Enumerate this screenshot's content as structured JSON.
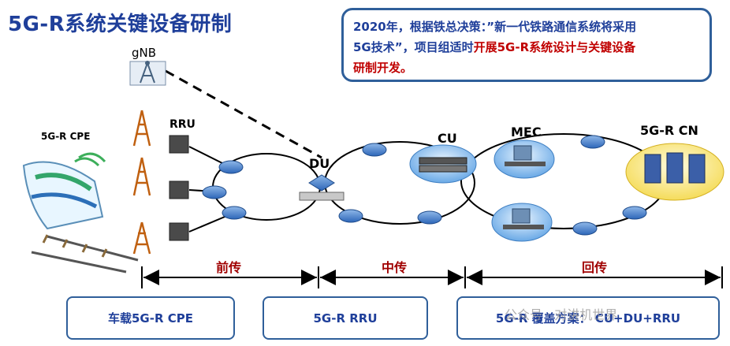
{
  "title": "5G-R系统关键设备研制",
  "callout": {
    "line1": "2020年，根据铁总决策：”新一代铁路通信系统将采用",
    "line2a": "5G技术”，项目组适时",
    "line2b": "开展5G-R系统设计与关键设备",
    "line3": "研制开发。"
  },
  "nodes": {
    "gnb": "gNB",
    "rru": "RRU",
    "cpe": "5G-R CPE",
    "du": "DU",
    "cu": "CU",
    "mec": "MEC",
    "cn": "5G-R CN"
  },
  "segments": {
    "front": "前传",
    "mid": "中传",
    "back": "回传"
  },
  "bottom": {
    "box1": "车载5G-R CPE",
    "box2": "5G-R RRU",
    "box3": "5G-R 覆盖方案：  CU+DU+RRU"
  },
  "watermark": "公众号 · 对讲机世界",
  "colors": {
    "accent": "#1f3f9a",
    "highlight": "#c00000",
    "border": "#2f5f9a"
  }
}
